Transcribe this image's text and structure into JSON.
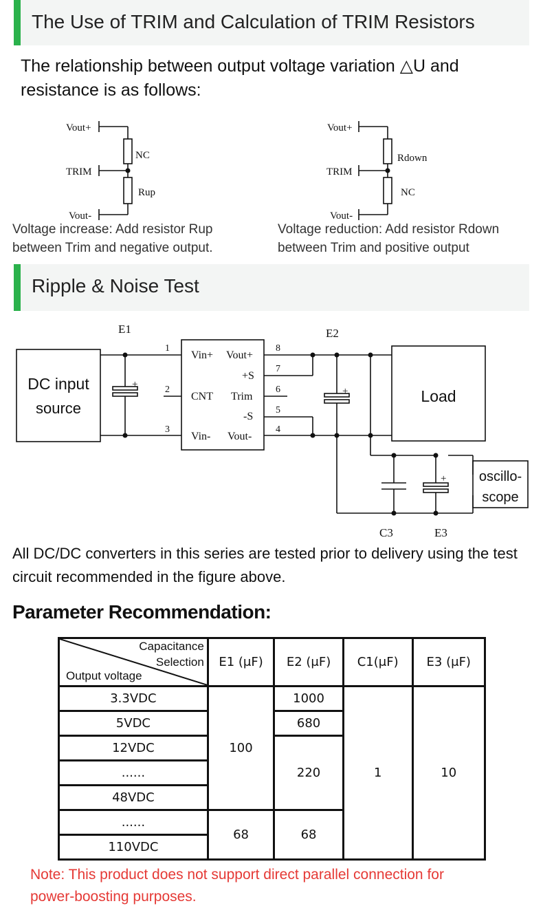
{
  "trim_section": {
    "title": "The Use of TRIM and Calculation of TRIM Resistors",
    "intro": "The relationship between output voltage variation △U and resistance is as follows:",
    "left_circuit": {
      "vout_plus": "Vout+",
      "trim": "TRIM",
      "vout_minus": "Vout-",
      "upper_resistor": "NC",
      "lower_resistor": "Rup",
      "caption_line1": "Voltage increase: Add resistor Rup",
      "caption_line2": "between Trim and negative output."
    },
    "right_circuit": {
      "vout_plus": "Vout+",
      "trim": "TRIM",
      "vout_minus": "Vout-",
      "upper_resistor": "Rdown",
      "lower_resistor": "NC",
      "caption_line1": "Voltage reduction: Add resistor Rdown",
      "caption_line2": "between Trim and positive output"
    }
  },
  "ripple_section": {
    "title": "Ripple & Noise Test",
    "source_line1": "DC input",
    "source_line2": "source",
    "e1": "E1",
    "e2": "E2",
    "c3": "C3",
    "e3": "E3",
    "load": "Load",
    "scope_line1": "oscillo-",
    "scope_line2": "scope",
    "module": {
      "vin_plus": "Vin+",
      "vout_plus": "Vout+",
      "s_plus": "+S",
      "cnt": "CNT",
      "trim": "Trim",
      "s_minus": "-S",
      "vin_minus": "Vin-",
      "vout_minus": "Vout-"
    },
    "pins": [
      "1",
      "2",
      "3",
      "8",
      "7",
      "6",
      "5",
      "4"
    ],
    "plus": "+",
    "description": "All DC/DC converters in this series are tested prior to delivery using the test circuit recommended in the figure above."
  },
  "parameters": {
    "title": "Parameter Recommendation:",
    "header_capacitance": "Capacitance",
    "header_selection": "Selection",
    "header_output": "Output voltage",
    "columns": [
      "E1 (μF)",
      "E2 (μF)",
      "C1(μF)",
      "E3 (μF)"
    ],
    "voltages": [
      "3.3VDC",
      "5VDC",
      "12VDC",
      "......",
      "48VDC",
      "......",
      "110VDC"
    ],
    "e1_values": [
      "100",
      "68"
    ],
    "e2_values": [
      "1000",
      "680",
      "220",
      "68"
    ],
    "c1_value": "1",
    "e3_value": "10"
  },
  "note": {
    "line1": "Note: This product does not support direct parallel connection for",
    "line2": "power-boosting purposes."
  },
  "colors": {
    "accent_bar": "#2bb24c",
    "header_bg": "#f3f5f4",
    "note_red": "#e53935"
  }
}
